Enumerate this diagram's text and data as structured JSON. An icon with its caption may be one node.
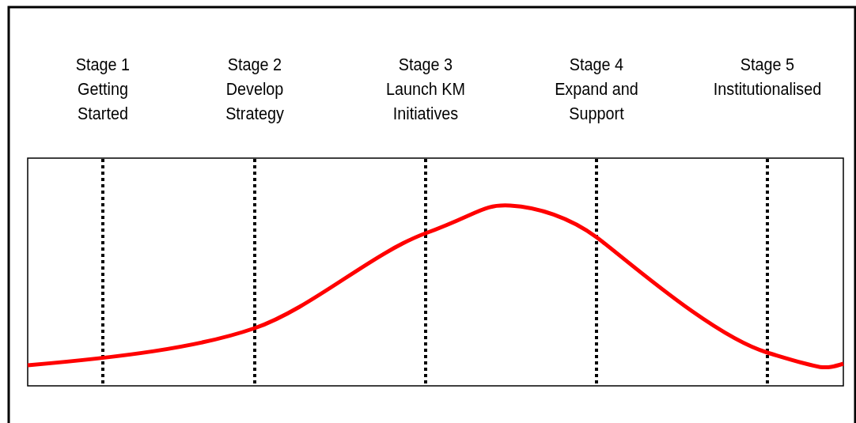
{
  "diagram": {
    "labels": [
      "Stage 1 Getting Started",
      "Stage 2 Develop Strategy",
      "Stage 3 Launch KM Initiatives",
      "Stage 4 Expand and Support",
      "Stage 5 Institutionalised"
    ]
  }
}
